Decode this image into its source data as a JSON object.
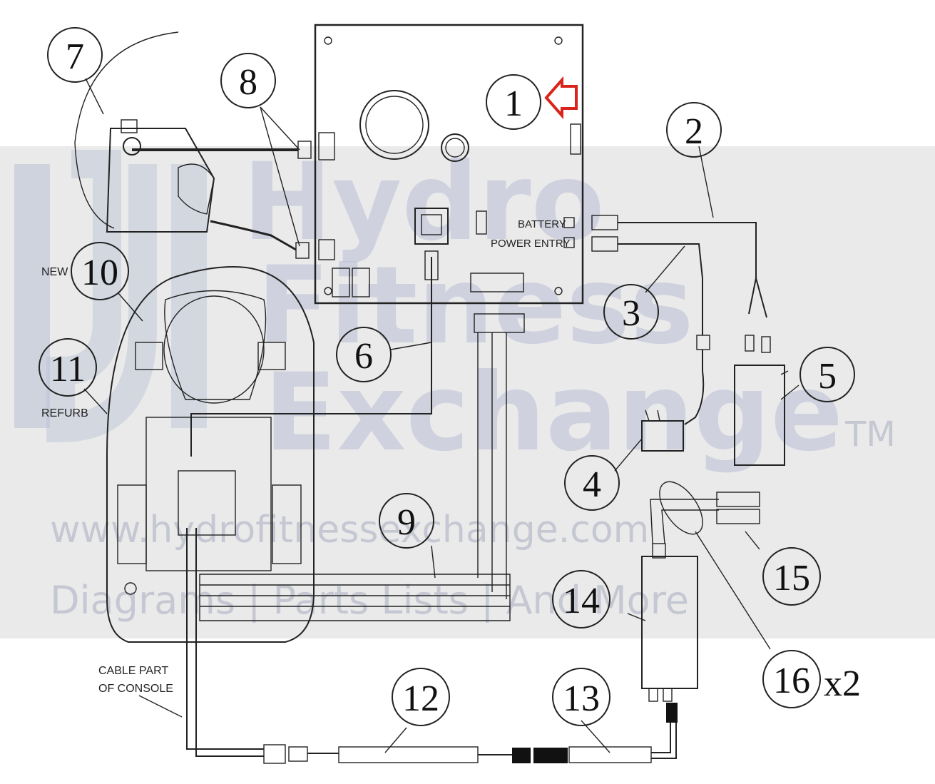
{
  "callouts": {
    "c1": "1",
    "c2": "2",
    "c3": "3",
    "c4": "4",
    "c5": "5",
    "c6": "6",
    "c7": "7",
    "c8": "8",
    "c9": "9",
    "c10": "10",
    "c11": "11",
    "c12": "12",
    "c13": "13",
    "c14": "14",
    "c15": "15",
    "c16": "16",
    "c16_suffix": "x2"
  },
  "labels": {
    "new": "NEW",
    "refurb": "REFURB",
    "cable_line1": "CABLE PART",
    "cable_line2": "OF CONSOLE",
    "battery": "BATTERY",
    "power_entry": "POWER ENTRY"
  },
  "watermark": {
    "word1": "Hydro",
    "word2": "Fitness",
    "word3": "Exchange",
    "tm": "TM",
    "url": "www.hydrofitnessexchange.com",
    "tagline": "Diagrams | Parts Lists | And More"
  },
  "colors": {
    "background": "#ffffff",
    "line": "#222222",
    "pointer_arrow": "#d9241c",
    "watermark_band": "#d9d9d9",
    "watermark_text": "#b9c0d6"
  }
}
